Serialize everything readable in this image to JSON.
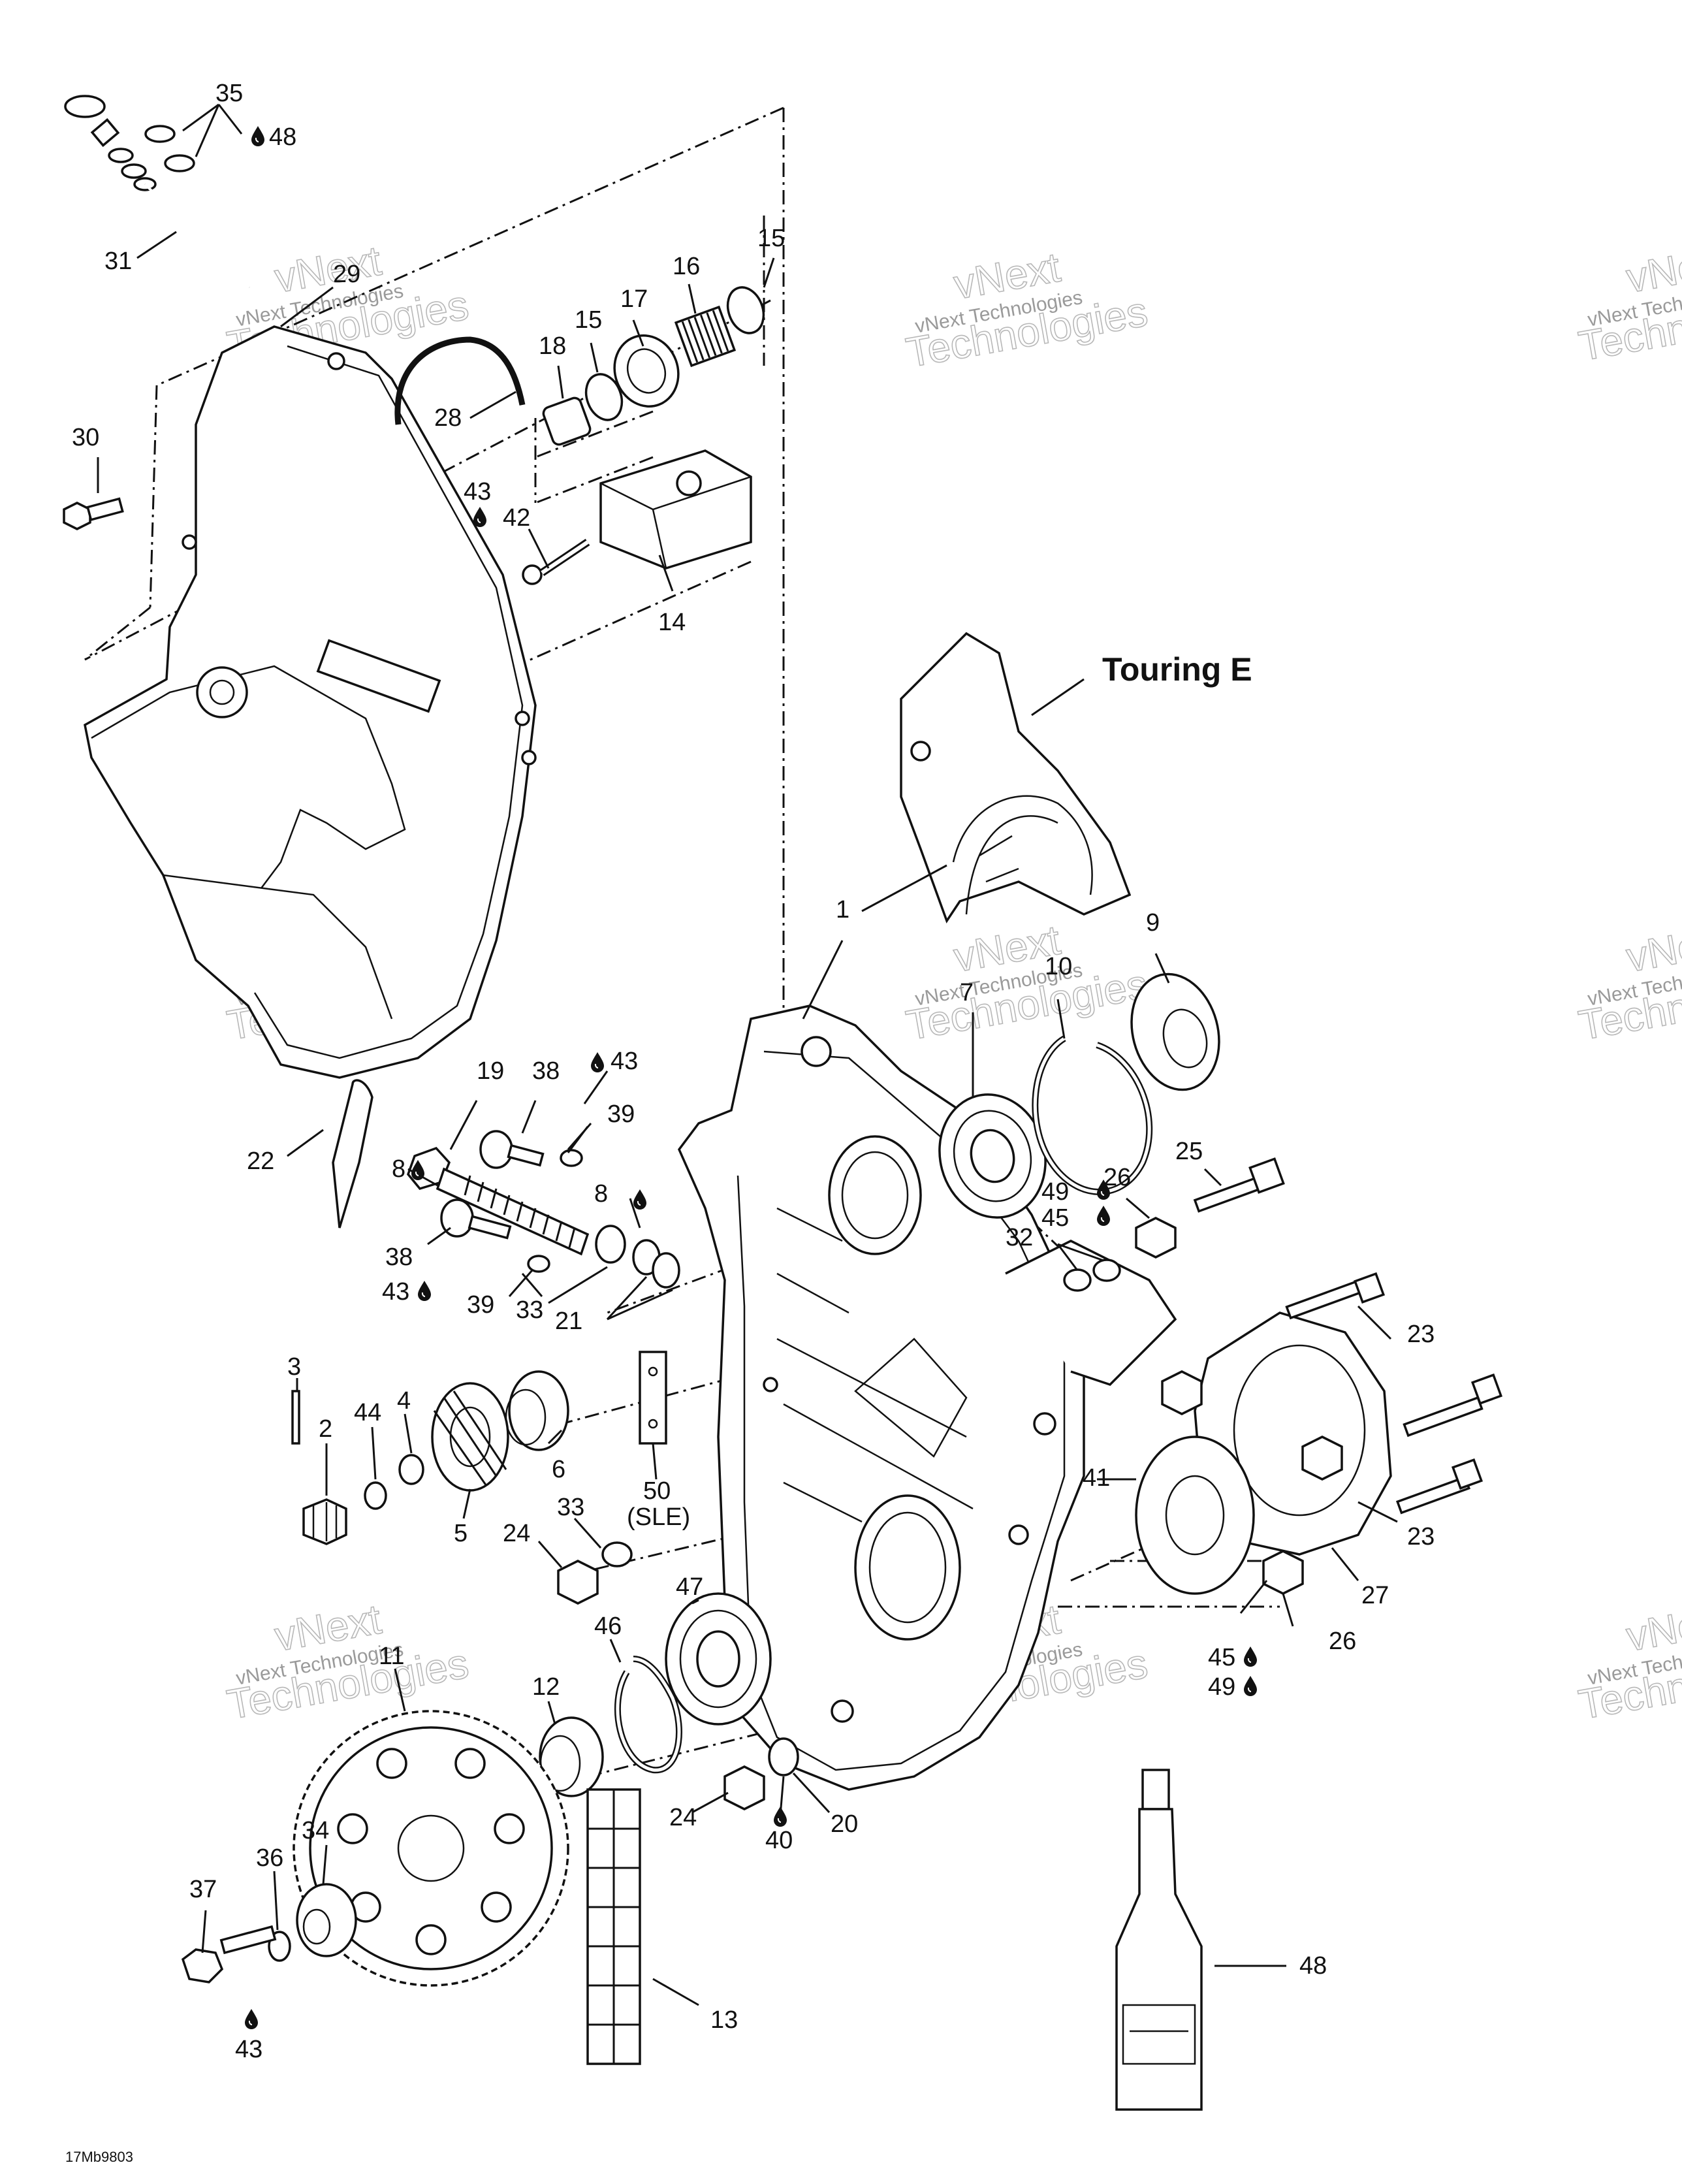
{
  "diagram": {
    "model_label": "Touring E",
    "figure_code": "17Mb9803",
    "watermark_line1": "vNext",
    "watermark_line2": "vNext Technologies",
    "watermark_line3": "Technologies",
    "callouts": {
      "c1": "1",
      "c2": "2",
      "c3": "3",
      "c4": "4",
      "c5": "5",
      "c6": "6",
      "c7": "7",
      "c8a": "8",
      "c8b": "8",
      "c9": "9",
      "c10": "10",
      "c11": "11",
      "c12": "12",
      "c13": "13",
      "c14": "14",
      "c15a": "15",
      "c15b": "15",
      "c16": "16",
      "c17": "17",
      "c18": "18",
      "c19": "19",
      "c20": "20",
      "c21": "21",
      "c22": "22",
      "c23a": "23",
      "c23b": "23",
      "c24a": "24",
      "c24b": "24",
      "c25": "25",
      "c26a": "26",
      "c26b": "26",
      "c27": "27",
      "c28": "28",
      "c29": "29",
      "c30": "30",
      "c31": "31",
      "c32": "32",
      "c33a": "33",
      "c33b": "33",
      "c34": "34",
      "c35": "35",
      "c36": "36",
      "c37": "37",
      "c38a": "38",
      "c38b": "38",
      "c39a": "39",
      "c39b": "39",
      "c40": "40",
      "c41": "41",
      "c42": "42",
      "c43a": "43",
      "c43b": "43",
      "c43c": "43",
      "c43d": "43",
      "c44": "44",
      "c45a": "45",
      "c45b": "45",
      "c46": "46",
      "c47": "47",
      "c48a": "48",
      "c48b": "48",
      "c49a": "49",
      "c49b": "49",
      "c50": "50",
      "c50sub": "(SLE)"
    }
  }
}
